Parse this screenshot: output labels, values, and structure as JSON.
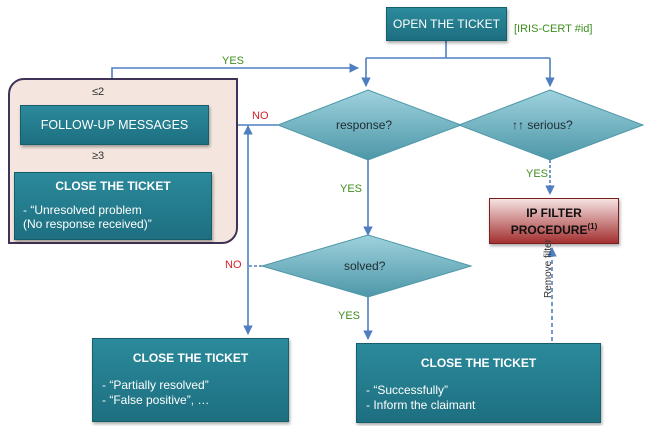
{
  "nodes": {
    "open_ticket": "OPEN THE TICKET",
    "iris_ref": "[IRIS-CERT #id]",
    "followup": "FOLLOW-UP MESSAGES",
    "response_q": "response?",
    "serious_arrows": "↑↑",
    "serious_q": "serious?",
    "solved_q": "solved?",
    "ip_filter": "IP FILTER PROCEDURE",
    "ip_filter_note": "(1)"
  },
  "close_unresolved": {
    "title": "CLOSE THE TICKET",
    "lines": [
      "- “Unresolved problem",
      "(No response received)”"
    ]
  },
  "close_partial": {
    "title": "CLOSE THE TICKET",
    "lines": [
      "- “Partially resolved”",
      "- “False positive”, …"
    ]
  },
  "close_success": {
    "title": "CLOSE THE TICKET",
    "lines": [
      "- “Successfully”",
      "- Inform the claimant"
    ]
  },
  "labels": {
    "yes_top": "YES",
    "le2": "≤2",
    "ge3": "≥3",
    "no_response": "NO",
    "yes_response": "YES",
    "yes_serious": "YES",
    "no_solved": "NO",
    "yes_solved": "YES",
    "remove_filter": "Remove filter"
  },
  "colors": {
    "box_teal": "#1d6f80",
    "diamond_teal": "#5fa6b6",
    "connector_blue": "#4f7fc0",
    "alert_red": "#a33030",
    "panel_bg": "#f4e6de",
    "yes_green": "#3f8f1f",
    "no_red": "#d8202a"
  }
}
